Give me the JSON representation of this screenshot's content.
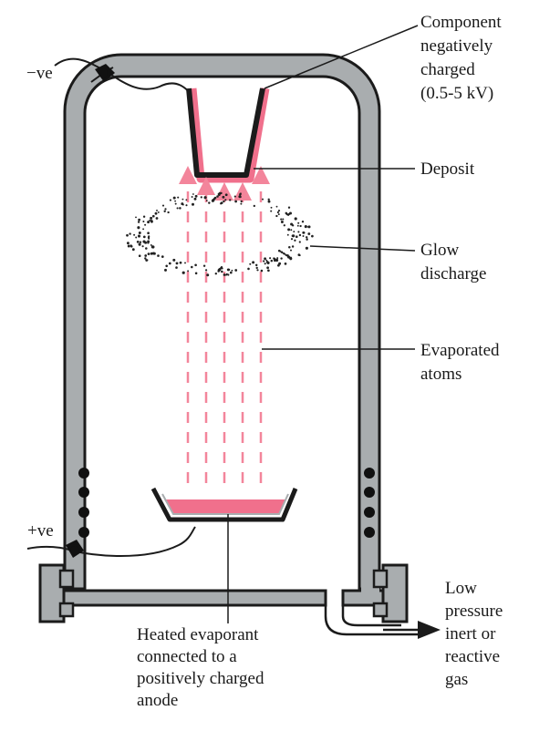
{
  "labels": {
    "minus_ve": "−ve",
    "plus_ve": "+ve",
    "component": [
      "Component",
      "negatively",
      "charged",
      "(0.5-5 kV)"
    ],
    "deposit": [
      "Deposit"
    ],
    "glow": [
      "Glow",
      "discharge"
    ],
    "evaporated": [
      "Evaporated",
      "atoms"
    ],
    "heated": [
      "Heated evaporant",
      "connected to a",
      "positively charged",
      "anode"
    ],
    "gas": [
      "Low",
      "pressure",
      "inert or",
      "reactive",
      "gas"
    ]
  },
  "colors": {
    "frame_fill": "#a9adaf",
    "outline": "#1b1b1b",
    "pink": "#f0708c",
    "pink_light": "#f7a9b8",
    "text": "#1a1a1a"
  }
}
